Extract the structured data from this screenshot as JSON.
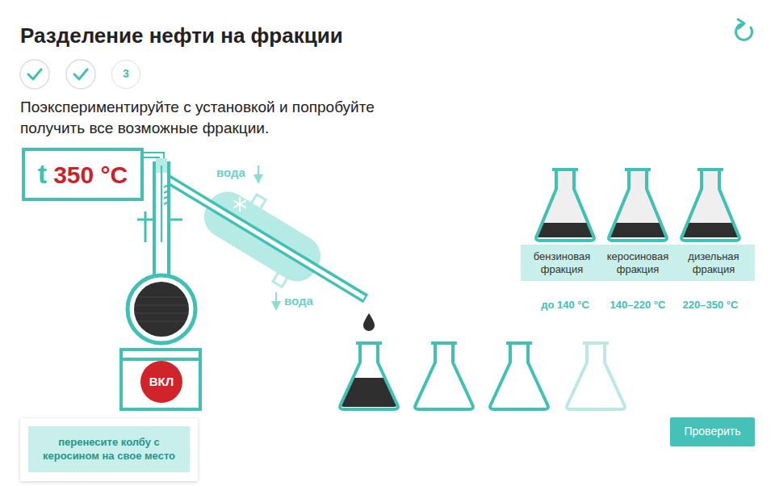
{
  "diagram": {
    "title": "Разделение нефти на фракции",
    "nodes": [
      {
        "text": [
          "3"
        ]
      },
      {
        "text": [
          "t",
          "350 °C"
        ]
      },
      {
        "text": [
          "бензиновая фракция",
          "керосиновая фракция",
          "дизельная фракция"
        ]
      },
      {
        "text": [
          "ВКЛ"
        ]
      },
      {
        "text": [
          "перенесите колбу с керосином на свое место"
        ]
      },
      {
        "text": [
          "Проверить"
        ]
      }
    ],
    "labels": [
      "Поэкспериментируйте с установкой и попробуйте получить все возможные фракции.",
      "вода",
      "вода",
      "до 140 °C",
      "140–220 °C",
      "220–350 °C"
    ]
  }
}
